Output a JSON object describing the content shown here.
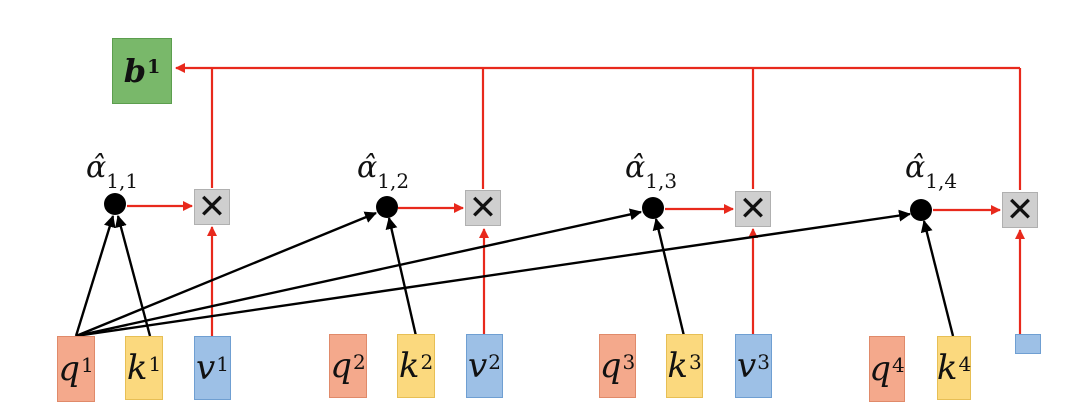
{
  "output": {
    "symbol": "b",
    "superscript": "1"
  },
  "alphas": [
    {
      "symbol": "α̂",
      "subscript": "1,1"
    },
    {
      "symbol": "α̂",
      "subscript": "1,2"
    },
    {
      "symbol": "α̂",
      "subscript": "1,3"
    },
    {
      "symbol": "α̂",
      "subscript": "1,4"
    }
  ],
  "multiply_symbol": "✕",
  "inputs": [
    {
      "q": "q",
      "k": "k",
      "v": "v",
      "index": "1"
    },
    {
      "q": "q",
      "k": "k",
      "v": "v",
      "index": "2"
    },
    {
      "q": "q",
      "k": "k",
      "v": "v",
      "index": "3"
    },
    {
      "q": "q",
      "k": "k",
      "v": "",
      "index": "4"
    }
  ],
  "colors": {
    "arrow_red": "#e8291c",
    "arrow_black": "#000000",
    "q": "#f4a98c",
    "k": "#fbd97e",
    "v": "#9dc0e6",
    "b": "#79b86a"
  }
}
